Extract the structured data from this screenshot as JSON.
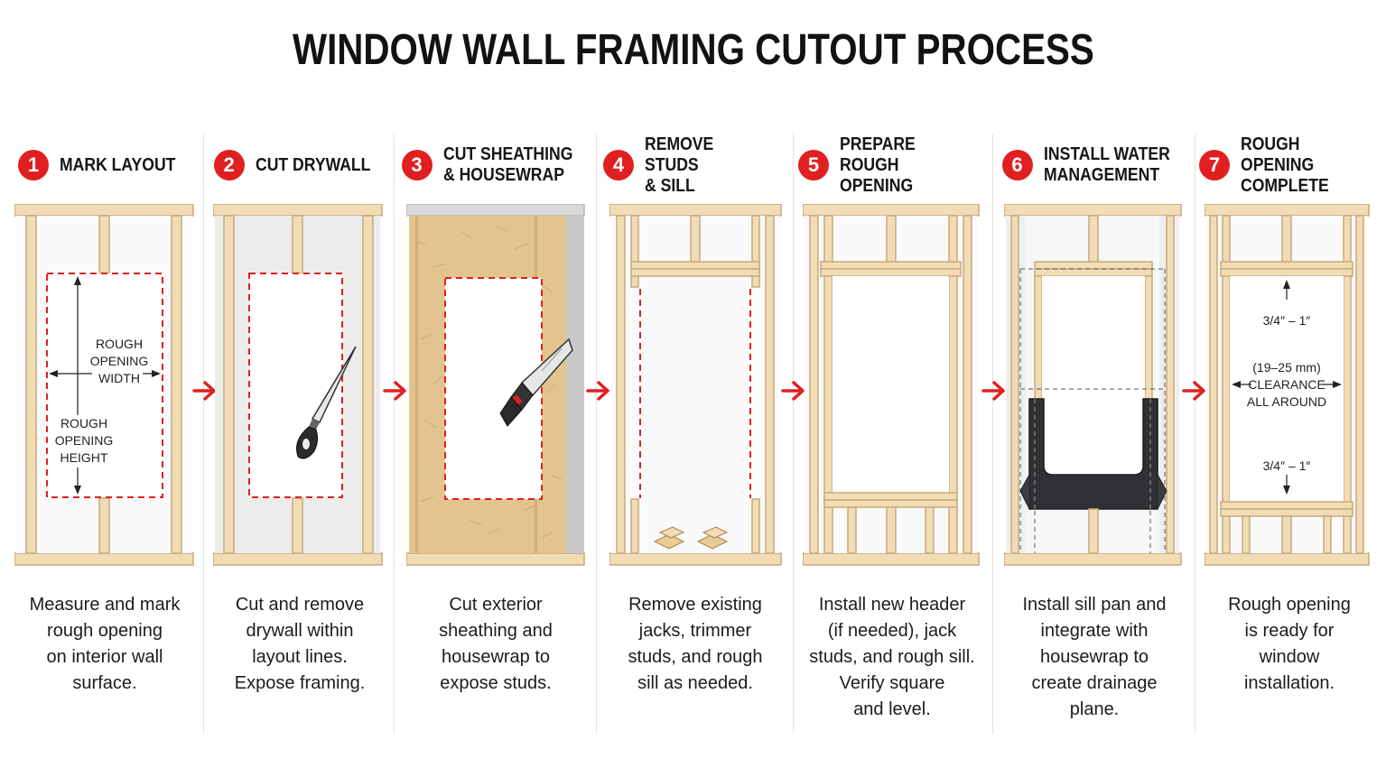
{
  "title": "WINDOW WALL FRAMING CUTOUT PROCESS",
  "colors": {
    "accent": "#e02020",
    "lumber": "#f1dcb6",
    "lumber_edge": "#c8a97a",
    "sheathing": "#e3c48e",
    "drywall": "#f2f2f2",
    "membrane": "#2f3134"
  },
  "steps": [
    {
      "number": "1",
      "title": "MARK LAYOUT",
      "description": "Measure and mark\nrough opening\non interior wall\nsurface.",
      "labels": {
        "width_line1": "ROUGH",
        "width_line2": "OPENING",
        "width_line3": "WIDTH",
        "height_line1": "ROUGH",
        "height_line2": "OPENING",
        "height_line3": "HEIGHT"
      },
      "icon": "dimension-arrows-icon"
    },
    {
      "number": "2",
      "title": "CUT DRYWALL",
      "description": "Cut and remove\ndrywall within\nlayout lines.\nExpose framing.",
      "icon": "drywall-saw-icon"
    },
    {
      "number": "3",
      "title": "CUT SHEATHING\n& HOUSEWRAP",
      "description": "Cut exterior\nsheathing and\nhousewrap to\nexpose studs.",
      "icon": "utility-knife-icon"
    },
    {
      "number": "4",
      "title": "REMOVE STUDS\n& SILL",
      "description": "Remove existing\njacks, trimmer\nstuds, and rough\nsill as needed.",
      "icon": "wood-scraps-icon"
    },
    {
      "number": "5",
      "title": "PREPARE ROUGH\nOPENING",
      "description": "Install new header\n(if needed), jack\nstuds, and rough sill.\nVerify square\nand level.",
      "icon": "framing-icon"
    },
    {
      "number": "6",
      "title": "INSTALL WATER\nMANAGEMENT",
      "description": "Install sill pan and\nintegrate with\nhousewrap to\ncreate drainage\nplane.",
      "icon": "sill-pan-icon"
    },
    {
      "number": "7",
      "title": "ROUGH OPENING\nCOMPLETE",
      "description": "Rough opening\nis ready for\nwindow\ninstallation.",
      "labels": {
        "top_gap": "3/4″ – 1″",
        "metric": "(19–25 mm)",
        "clearance": "CLEARANCE",
        "all_around": "ALL AROUND",
        "bottom_gap": "3/4″ – 1″"
      },
      "icon": "clearance-arrows-icon"
    }
  ]
}
